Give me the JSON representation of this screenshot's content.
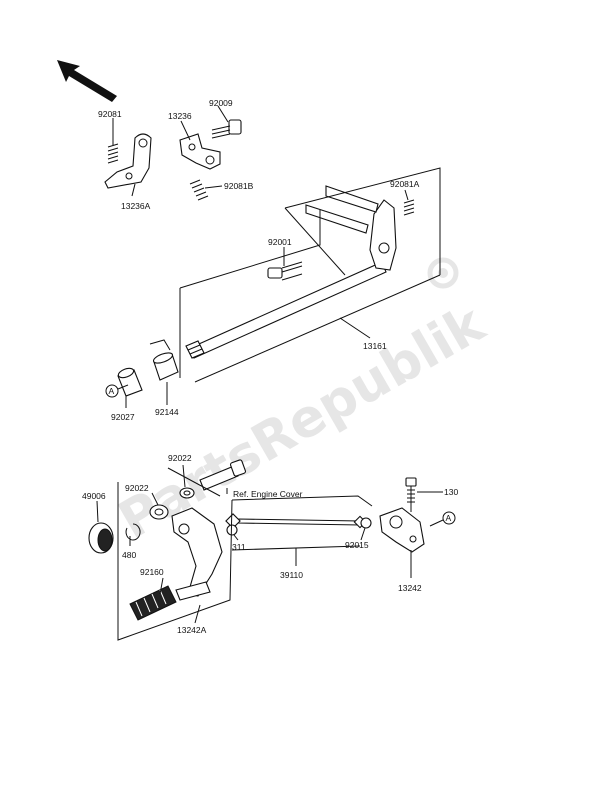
{
  "watermark": "PartsRepublik",
  "callouts": {
    "a_upper": "A",
    "a_lower": "A"
  },
  "parts": {
    "p92081": "92081",
    "p13236": "13236",
    "p92009": "92009",
    "p13236a": "13236A",
    "p92081b": "92081B",
    "p92081a": "92081A",
    "p92001": "92001",
    "p13161": "13161",
    "p92027": "92027",
    "p92144": "92144",
    "p92022_top": "92022",
    "p92022_mid": "92022",
    "p49006": "49006",
    "p480": "480",
    "p311": "311",
    "p92160": "92160",
    "p13242a": "13242A",
    "p39110": "39110",
    "p92015": "92015",
    "p13242": "13242",
    "p130": "130"
  },
  "notes": {
    "ref_engine_cover": "Ref. Engine Cover"
  }
}
